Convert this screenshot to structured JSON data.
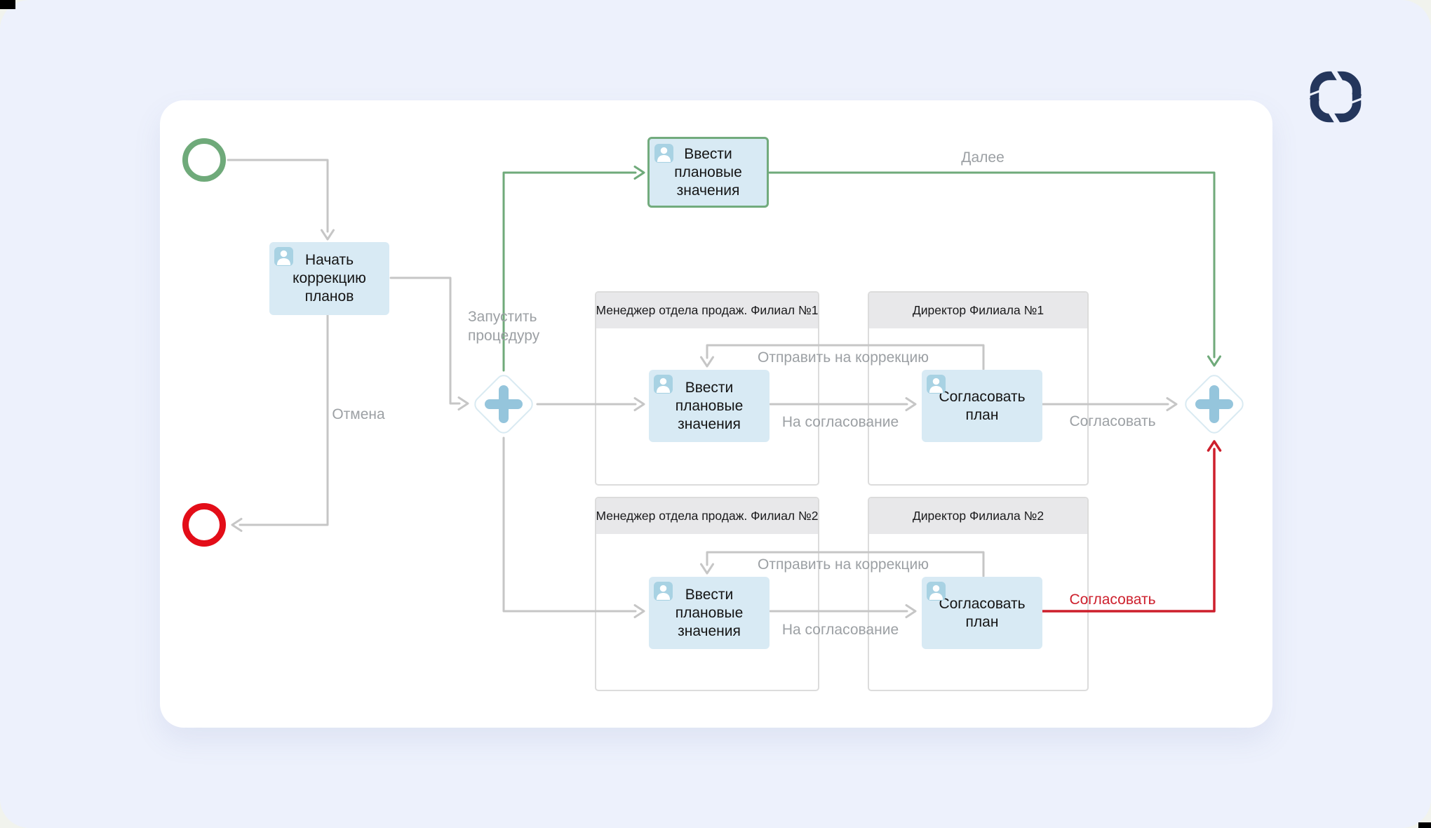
{
  "app": {
    "background_color": "#edf1fc",
    "page_behind_color": "#f1f3ed",
    "canvas_color": "#ffffff"
  },
  "colors": {
    "green": "#6faa7a",
    "red_event": "#e30d18",
    "red_flow": "#cd1f2c",
    "gray_line": "#c6c6c6",
    "gray_label": "#9ca0a4",
    "task_fill": "#d8eaf4",
    "task_badge": "#a8d2e3",
    "task_green_border": "#72ab7d",
    "gateway_border": "#d9eaf2",
    "gateway_plus": "#95c5dc",
    "lane_header_bg": "#e8e8ea",
    "lane_border": "#dcdcdc",
    "logo_navy": "#24365c"
  },
  "logo": {
    "name": "brand-logo"
  },
  "diagram": {
    "events": {
      "start": {
        "type": "start-event"
      },
      "end": {
        "type": "end-event"
      }
    },
    "tasks": {
      "start_correction": {
        "label": "Начать коррекцию планов"
      },
      "enter_planned_top": {
        "label": "Ввести плановые значения"
      },
      "enter_planned_1": {
        "label": "Ввести плановые значения"
      },
      "approve_plan_1": {
        "label": "Согласовать план"
      },
      "enter_planned_2": {
        "label": "Ввести плановые значения"
      },
      "approve_plan_2": {
        "label": "Согласовать план"
      }
    },
    "lanes": [
      {
        "title": "Менеджер отдела продаж. Филиал №1"
      },
      {
        "title": "Директор Филиала №1"
      },
      {
        "title": "Менеджер отдела продаж. Филиал №2"
      },
      {
        "title": "Директор Филиала №2"
      }
    ],
    "edge_labels": {
      "next": "Далее",
      "start_procedure": "Запустить\nпроцедуру",
      "cancel": "Отмена",
      "send_correction_1": "Отправить на коррекцию",
      "to_approval_1": "На согласование",
      "approve_1": "Согласовать",
      "send_correction_2": "Отправить на коррекцию",
      "to_approval_2": "На согласование",
      "approve_2": "Согласовать"
    }
  }
}
